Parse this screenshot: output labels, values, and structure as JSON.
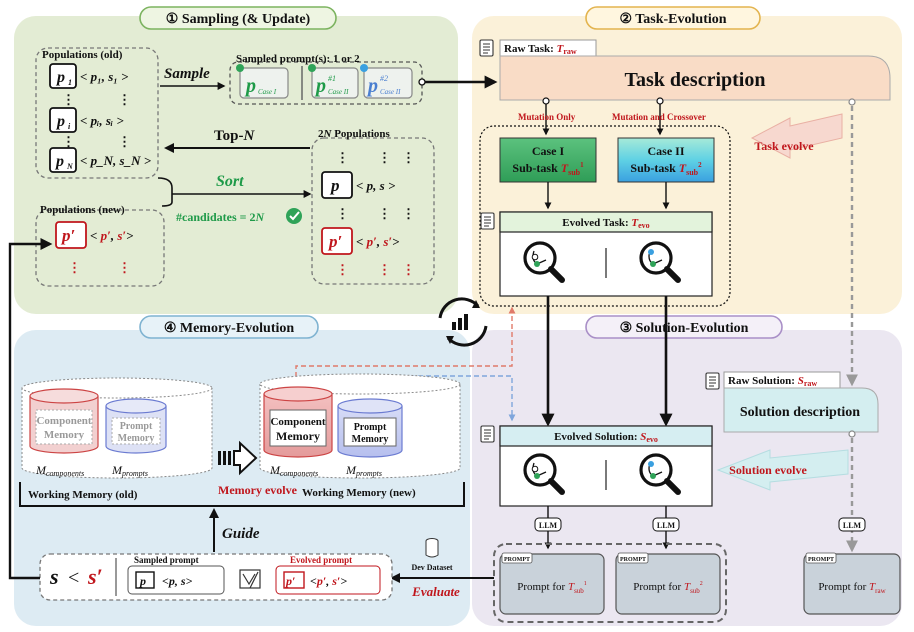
{
  "panels": {
    "sampling": "① Sampling (& Update)",
    "task_evolution": "② Task-Evolution",
    "solution_evolution": "③ Solution-Evolution",
    "memory_evolution": "④ Memory-Evolution"
  },
  "sampling": {
    "populations_old": "Populations (old)",
    "p1": "p",
    "p1_sub": "1",
    "p1_tuple": "< p₁,  s₁ >",
    "pi": "p",
    "pi_sub": "i",
    "pi_tuple": "< pᵢ,  sᵢ >",
    "pN": "p",
    "pN_sub": "N",
    "pN_tuple": "< p_N,  s_N >",
    "sample_label": "Sample",
    "sampled_prompts": "Sampled prompt(s): 1 or 2",
    "case1": "Case I",
    "case2": "Case II",
    "tag1": "#1",
    "tag2": "#2",
    "topn": "Top-N",
    "two_n_pop": "2N Populations",
    "sort": "Sort",
    "candidates": "#candidates = 2N",
    "populations_new": "Populations (new)",
    "p_tuple": "< p,  s >",
    "pprime_tuple": "< p′,  s′>",
    "new_tuple": "< p′,  s′>"
  },
  "task": {
    "raw_task": "Raw Task: ",
    "raw_sym": "T",
    "raw_sub": "raw",
    "description": "Task description",
    "mutation_only": "Mutation Only",
    "mutation_crossover": "Mutation and Crossover",
    "case1_title": "Case I",
    "case2_title": "Case II",
    "subtask": "Sub-task ",
    "sub_sym": "T",
    "sub_sub": "sub",
    "sup1": "1",
    "sup2": "2",
    "task_evolve": "Task evolve",
    "evolved_task": "Evolved Task: ",
    "evo_sym": "T",
    "evo_sub": "evo"
  },
  "solution": {
    "raw_solution": "Raw Solution: ",
    "raw_sym": "S",
    "raw_sub": "raw",
    "description": "Solution description",
    "solution_evolve": "Solution evolve",
    "evolved_solution": "Evolved Solution: ",
    "evo_sym": "S",
    "evo_sub": "evo",
    "llm": "LLM",
    "prompt_tag": "PROMPT",
    "prompt_for": "Prompt for ",
    "dev_dataset": "Dev Dataset",
    "evaluate": "Evaluate"
  },
  "memory": {
    "component": "Component",
    "memory": "Memory",
    "prompt": "Prompt",
    "m_components": "components",
    "m_prompts": "prompts",
    "m_sym": "M",
    "working_old": "Working Memory (old)",
    "working_new": "Working Memory (new)",
    "memory_evolve": "Memory evolve",
    "guide": "Guide",
    "compare_s": "s",
    "compare_lt": "<",
    "compare_sp": "s′",
    "sampled_prompt": "Sampled prompt",
    "sampled_tuple": "<p, s>",
    "evolved_prompt": "Evolved prompt",
    "evolved_tuple": "<p′, s′>"
  }
}
